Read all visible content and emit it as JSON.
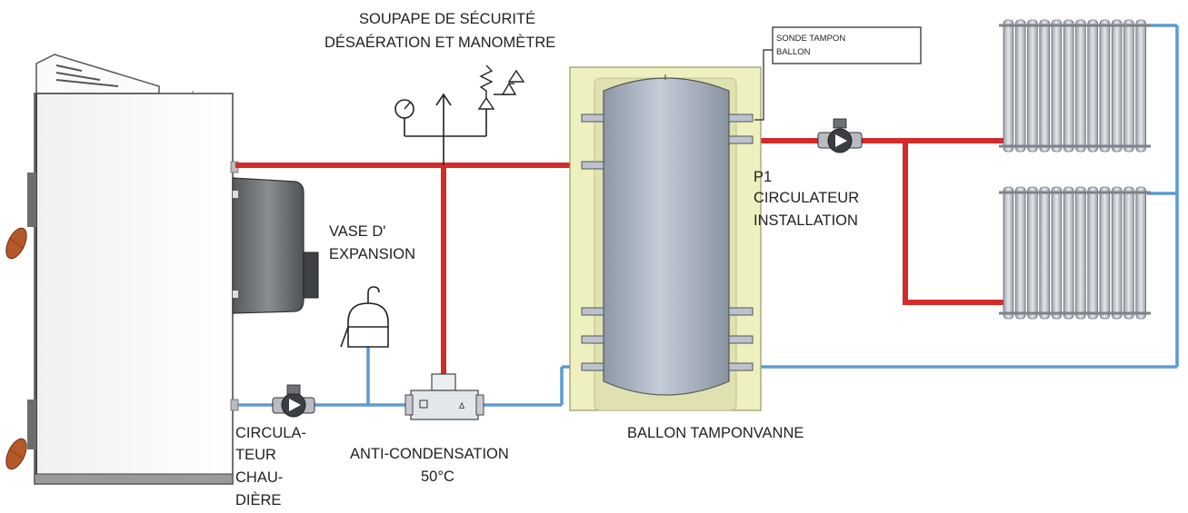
{
  "labels": {
    "safety_valve": [
      "SOUPAPE DE SÉCURITÉ",
      "DÉSAÉRATION ET MANOMÈTRE"
    ],
    "sensor": [
      "SONDE TAMPON",
      "BALLON"
    ],
    "pump_p1": [
      "P1",
      "CIRCULATEUR",
      "INSTALLATION"
    ],
    "expansion_vessel": [
      "VASE D'",
      "EXPANSION"
    ],
    "boiler_pump": [
      "CIRCULA-",
      "TEUR",
      "CHAU-",
      "DIÈRE"
    ],
    "anti_condensation": [
      "ANTI-CONDENSATION",
      "50°C"
    ],
    "tank": "BALLON TAMPONVANNE"
  },
  "colors": {
    "hot_pipe": "#d42a2a",
    "cold_pipe": "#5b9bd5",
    "insulation": "#eef0c0",
    "tank_body": "#a9b3c2"
  },
  "icons": [
    "pressure-gauge-icon",
    "air-vent-icon",
    "safety-valve-icon",
    "pump-icon",
    "radiator-icon",
    "expansion-vessel-icon"
  ]
}
